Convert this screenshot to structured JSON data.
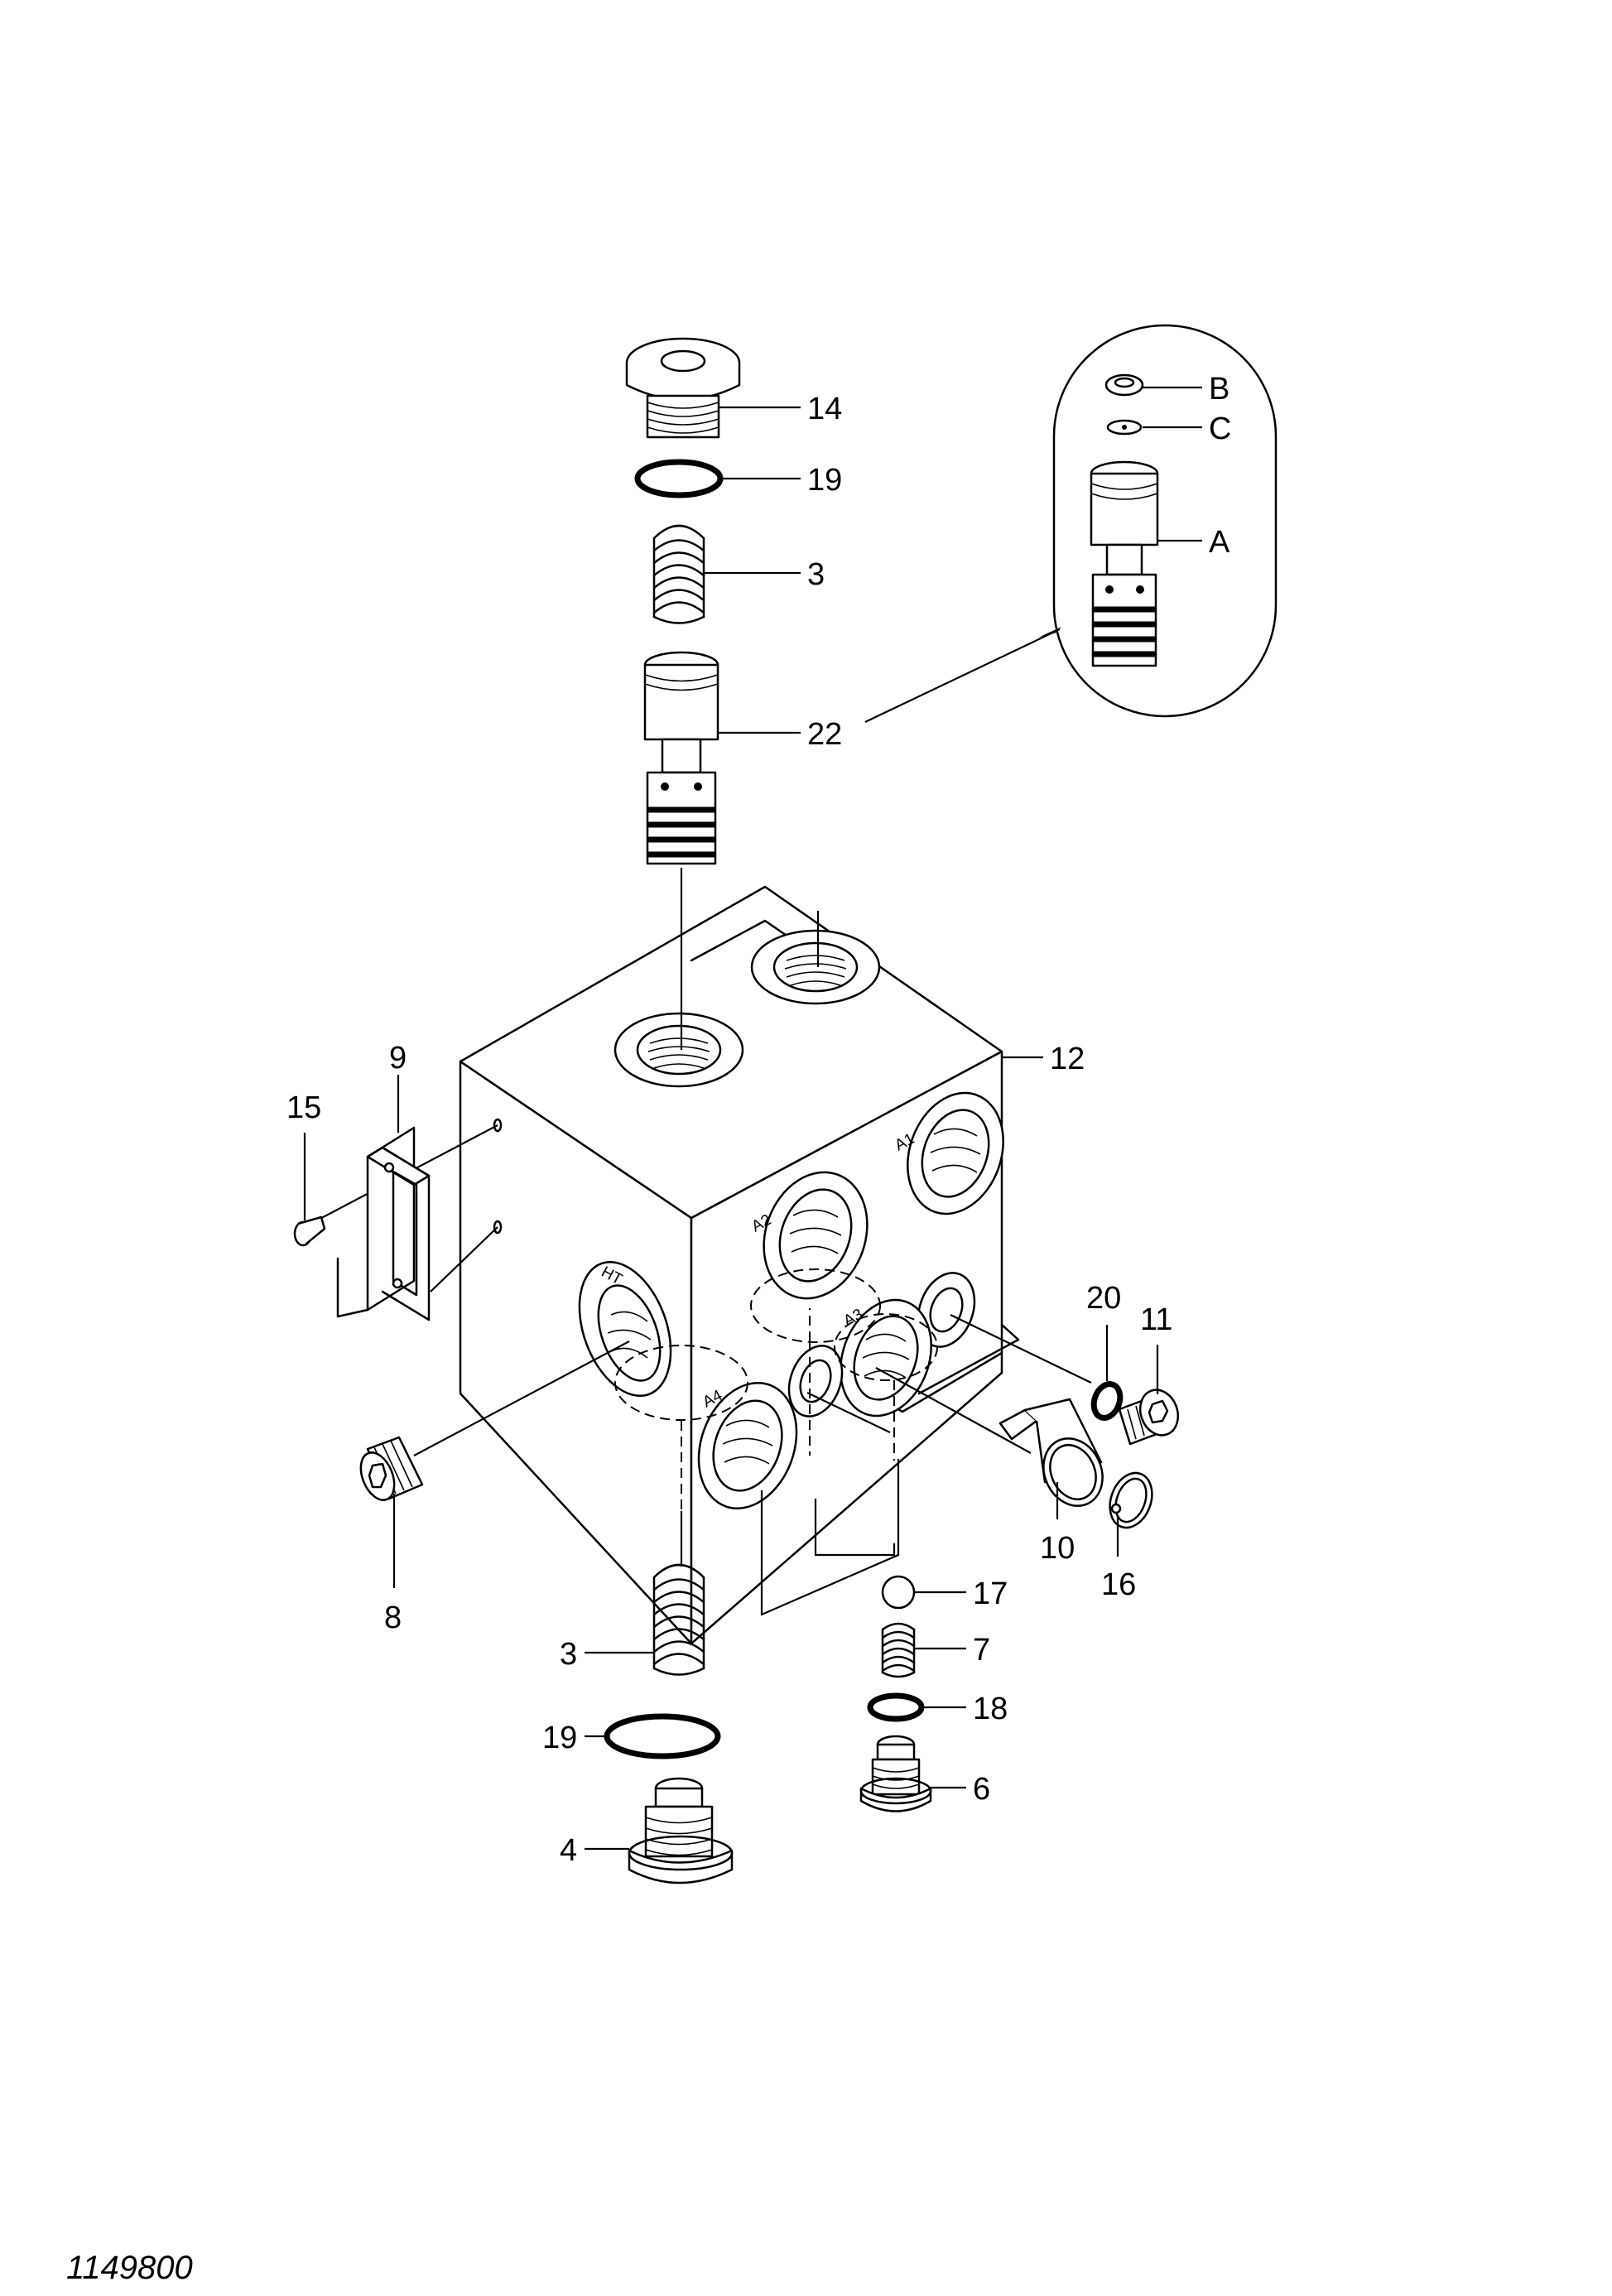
{
  "figure_number": "1149800",
  "callouts": [
    "14",
    "19",
    "3",
    "22",
    "B",
    "C",
    "A",
    "12",
    "9",
    "15",
    "20",
    "11",
    "10",
    "16",
    "8",
    "17",
    "7",
    "18",
    "6",
    "3",
    "19",
    "4"
  ],
  "port_markings": [
    "A1",
    "A2",
    "A3",
    "A4",
    "HT"
  ]
}
